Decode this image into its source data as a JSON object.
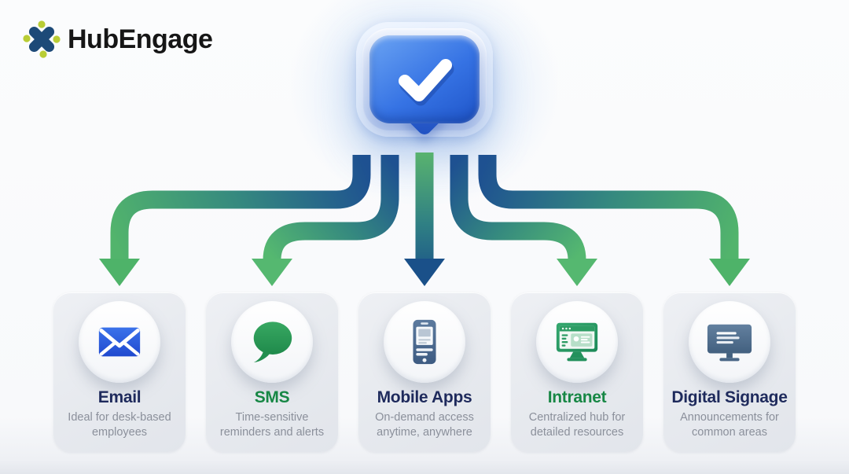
{
  "logo": {
    "text": "HubEngage"
  },
  "center_icon": {
    "name": "check-bubble",
    "check_glyph": "✓"
  },
  "colors": {
    "bubble_blue": "#2f6fe0",
    "arrow_blue": "#1e5191",
    "arrow_green": "#52b46c",
    "navy_title": "#1e2a5c",
    "green_title": "#178745",
    "description_gray": "#8b909b",
    "card_background": "#e9ebf0",
    "logo_navy": "#1d4a78",
    "logo_lime": "#b9cd35"
  },
  "channels": [
    {
      "title": "Email",
      "description": "Ideal for desk-based employees",
      "icon": "envelope-icon",
      "title_color": "#1e2a5c"
    },
    {
      "title": "SMS",
      "description": "Time-sensitive reminders and alerts",
      "icon": "chat-bubble-icon",
      "title_color": "#178745"
    },
    {
      "title": "Mobile Apps",
      "description": "On-demand access anytime, anywhere",
      "icon": "smartphone-icon",
      "title_color": "#1e2a5c"
    },
    {
      "title": "Intranet",
      "description": "Centralized hub for detailed resources",
      "icon": "monitor-browser-icon",
      "title_color": "#178745"
    },
    {
      "title": "Digital Signage",
      "description": "Announcements for common areas",
      "icon": "tv-icon",
      "title_color": "#1e2a5c"
    }
  ]
}
